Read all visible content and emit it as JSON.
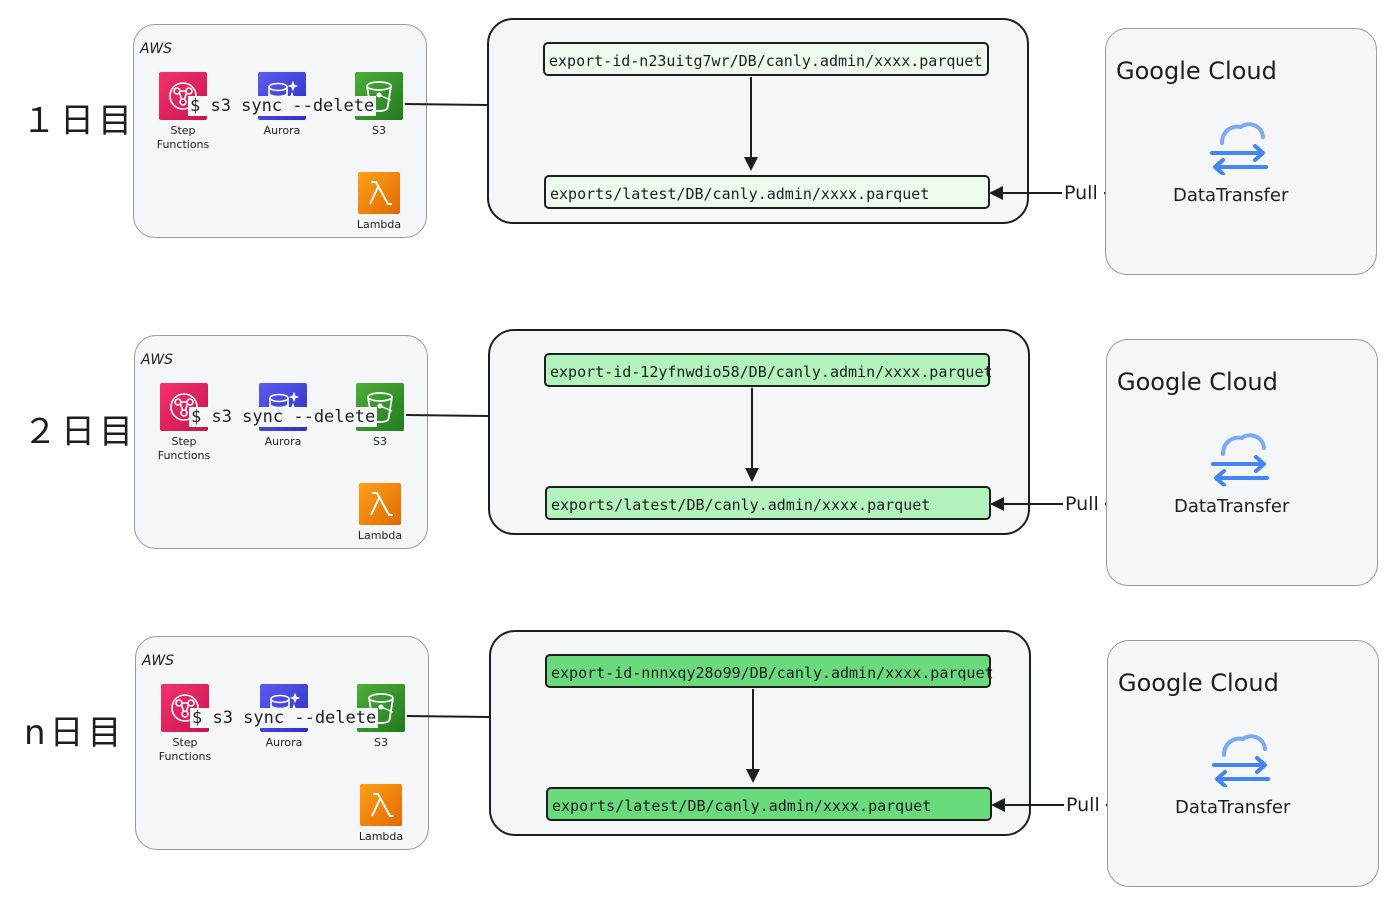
{
  "rows": [
    {
      "day_label": "１日目",
      "aws": {
        "title": "AWS",
        "step_functions": "Step\nFunctions",
        "aurora": "Aurora",
        "s3": "S3",
        "lambda": "Lambda"
      },
      "source_path": "export-id-n23uitg7wr/DB/canly.admin/xxxx.parquet",
      "command": "$ s3 sync --delete",
      "target_path": "exports/latest/DB/canly.admin/xxxx.parquet",
      "pull_label": "Pull",
      "google_cloud": {
        "title": "Google Cloud",
        "service": "DataTransfer"
      },
      "fill_color": "#ecfbee"
    },
    {
      "day_label": "２日目",
      "aws": {
        "title": "AWS",
        "step_functions": "Step\nFunctions",
        "aurora": "Aurora",
        "s3": "S3",
        "lambda": "Lambda"
      },
      "source_path": "export-id-12yfnwdio58/DB/canly.admin/xxxx.parquet",
      "command": "$ s3 sync --delete",
      "target_path": "exports/latest/DB/canly.admin/xxxx.parquet",
      "pull_label": "Pull",
      "google_cloud": {
        "title": "Google Cloud",
        "service": "DataTransfer"
      },
      "fill_color": "#b2f2bb"
    },
    {
      "day_label": "n日目",
      "aws": {
        "title": "AWS",
        "step_functions": "Step\nFunctions",
        "aurora": "Aurora",
        "s3": "S3",
        "lambda": "Lambda"
      },
      "source_path": "export-id-nnnxqy28o99/DB/canly.admin/xxxx.parquet",
      "command": "$ s3 sync --delete",
      "target_path": "exports/latest/DB/canly.admin/xxxx.parquet",
      "pull_label": "Pull",
      "google_cloud": {
        "title": "Google Cloud",
        "service": "DataTransfer"
      },
      "fill_color": "#69db7c"
    }
  ],
  "icons": {
    "step_functions": "step-functions-icon",
    "aurora": "aurora-icon",
    "s3": "s3-bucket-icon",
    "lambda": "lambda-icon",
    "data_transfer": "data-transfer-cloud-icon"
  }
}
